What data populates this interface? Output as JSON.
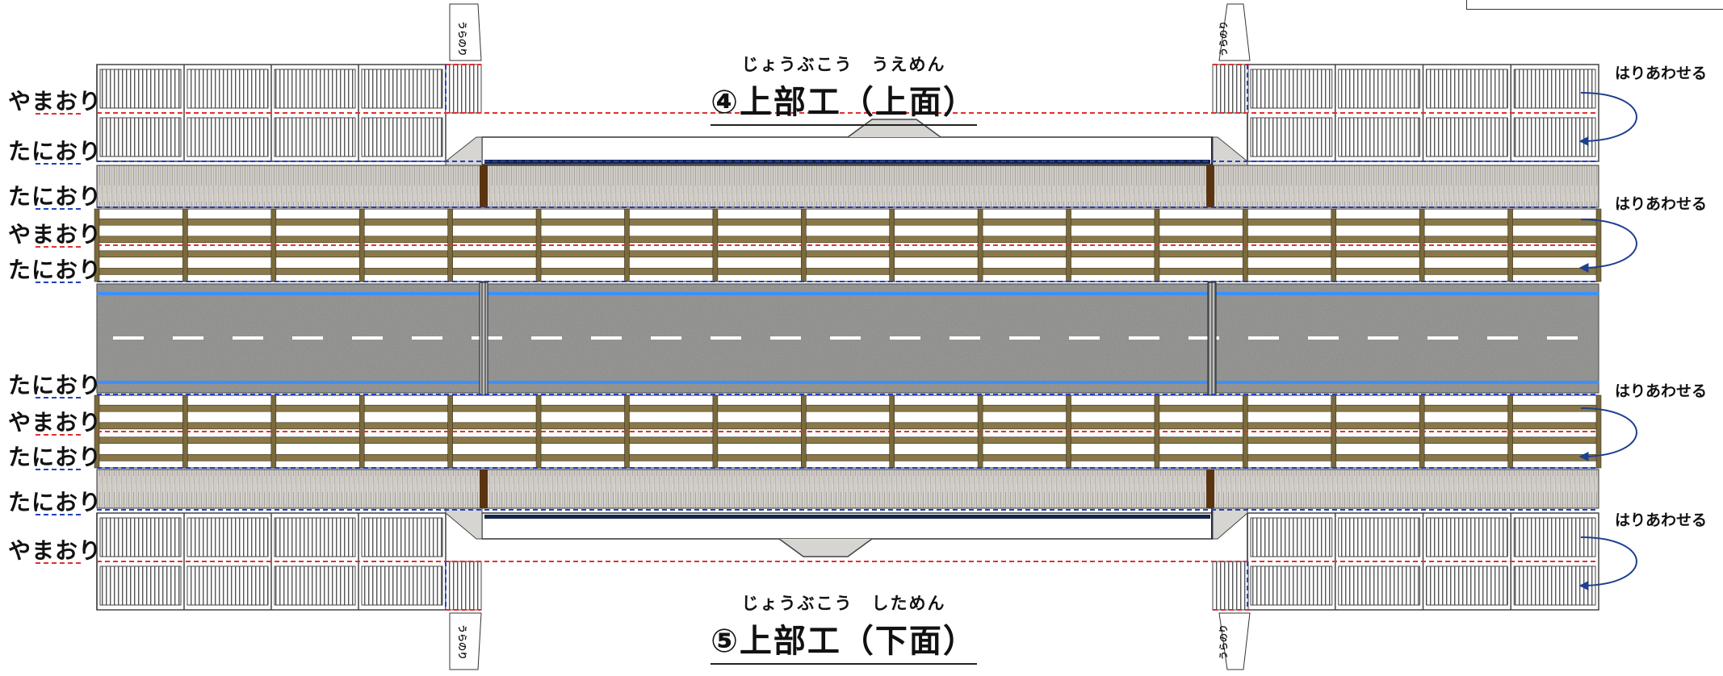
{
  "titles": {
    "top": {
      "ruby": "じょうぶこう　うえめん",
      "main": "④上部工（上面）"
    },
    "bottom": {
      "ruby": "じょうぶこう　しためん",
      "main": "⑤上部工（下面）"
    }
  },
  "fold_labels": [
    {
      "text": "やまおり",
      "kind": "mountain"
    },
    {
      "text": "たにおり",
      "kind": "valley"
    },
    {
      "text": "たにおり",
      "kind": "valley"
    },
    {
      "text": "やまおり",
      "kind": "mountain"
    },
    {
      "text": "たにおり",
      "kind": "valley"
    },
    {
      "text": "たにおり",
      "kind": "valley"
    },
    {
      "text": "やまおり",
      "kind": "mountain"
    },
    {
      "text": "たにおり",
      "kind": "valley"
    },
    {
      "text": "たにおり",
      "kind": "valley"
    },
    {
      "text": "やまおり",
      "kind": "mountain"
    }
  ],
  "paste_labels": [
    "はりあわせる",
    "はりあわせる",
    "はりあわせる",
    "はりあわせる"
  ],
  "tab_labels": [
    "うらのり",
    "うらのり",
    "うらのり",
    "うらのり"
  ],
  "colors": {
    "mountain_fold": "#e03030",
    "valley_fold": "#2040c0",
    "road": "#8a8a88",
    "deck": "#c8c6c2",
    "rail_post": "#7a6a3c",
    "rail_bar": "#8a7848",
    "road_edge_line": "#3a90ff",
    "dark_navy": "#15244d",
    "pier_brown": "#5a3410",
    "arrow": "#1d3f8f"
  },
  "icons": [
    "curved-arrow-icon"
  ]
}
